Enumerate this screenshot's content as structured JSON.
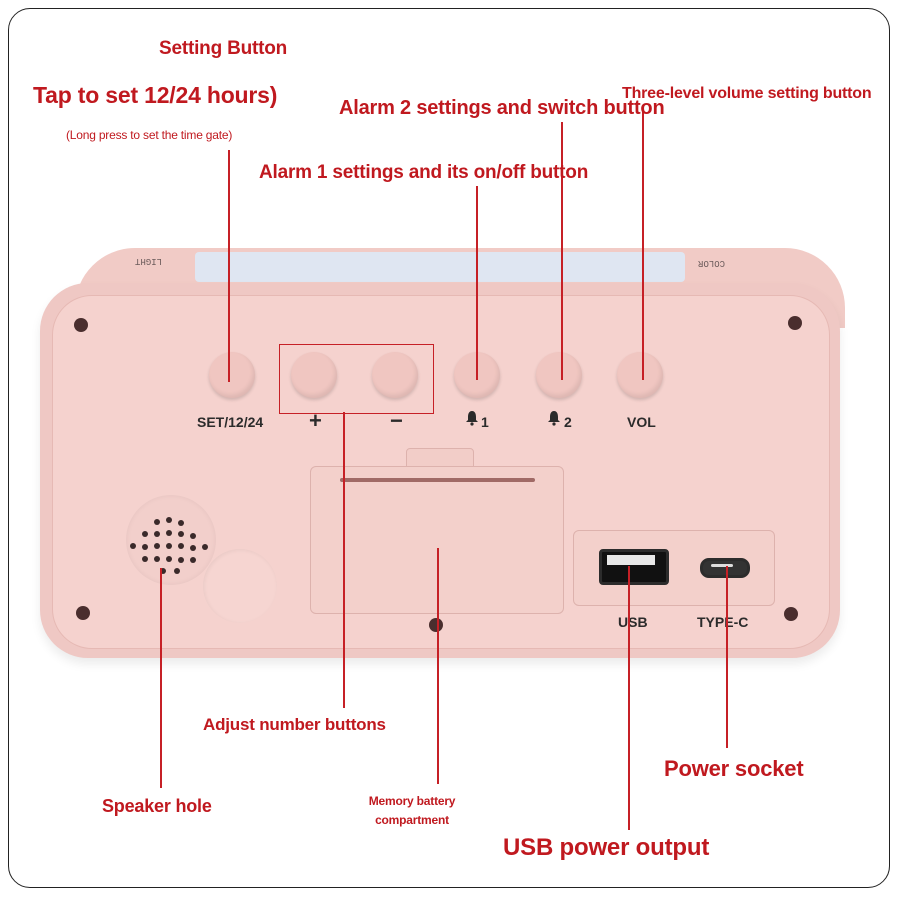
{
  "labels": {
    "setting_button": "Setting Button",
    "tap_set": "Tap to set 12/24 hours)",
    "long_press": "(Long press to set the time gate)",
    "alarm2": "Alarm 2 settings and switch button",
    "volume": "Three-level volume setting button",
    "alarm1": "Alarm 1 settings and its on/off button",
    "adjust": "Adjust number buttons",
    "speaker": "Speaker hole",
    "battery_line1": "Memory battery",
    "battery_line2": "compartment",
    "usb_output": "USB power output",
    "power_socket": "Power socket"
  },
  "device": {
    "buttons": {
      "set": "SET/12/24",
      "plus": "+",
      "minus": "−",
      "alarm1": "1",
      "alarm2": "2",
      "vol": "VOL"
    },
    "ports": {
      "usb": "USB",
      "typec": "TYPE-C"
    },
    "top_left_mirror": "LIGHT",
    "top_right_mirror": "COLOR"
  },
  "colors": {
    "annotation": "#c0191f",
    "device_body": "#efc8c4"
  }
}
